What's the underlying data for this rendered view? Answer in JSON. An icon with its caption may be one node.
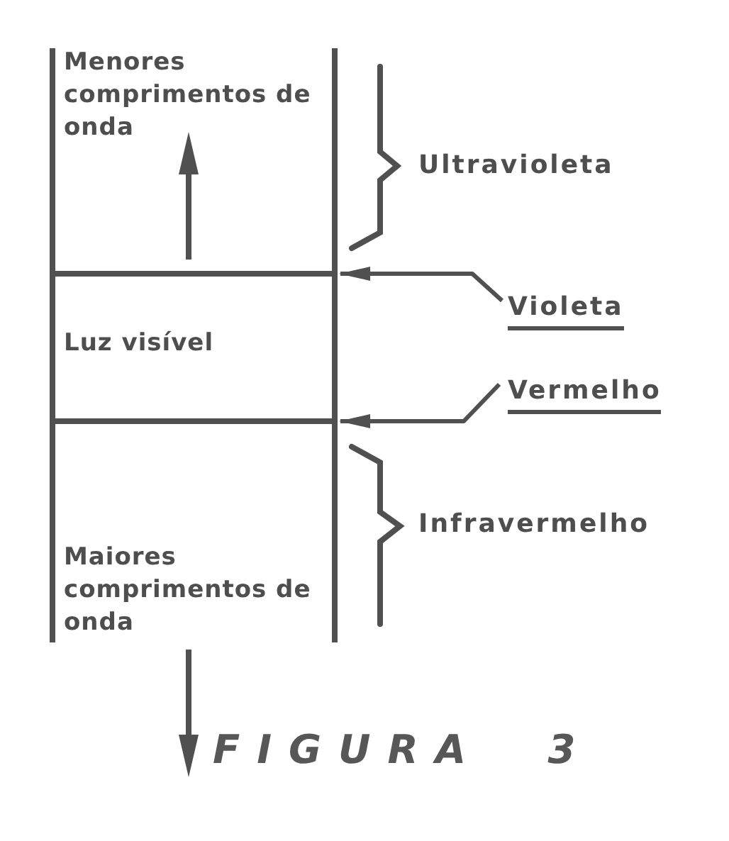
{
  "diagram": {
    "caption": "FIGURA 3",
    "nodes": [
      {
        "text": [
          "Menores comprimentos de onda"
        ]
      },
      {
        "text": [
          "Violeta"
        ]
      },
      {
        "text": [
          "Luz visível"
        ]
      },
      {
        "text": [
          "Vermelho"
        ]
      },
      {
        "text": [
          "Maiores comprimentos de onda"
        ]
      }
    ],
    "edges": [
      {
        "from": 1,
        "to": 2,
        "arrow": "to"
      },
      {
        "from": 3,
        "to": 2,
        "arrow": "to"
      }
    ],
    "labels": [
      "Ultravioleta",
      "Infravermelho"
    ]
  }
}
